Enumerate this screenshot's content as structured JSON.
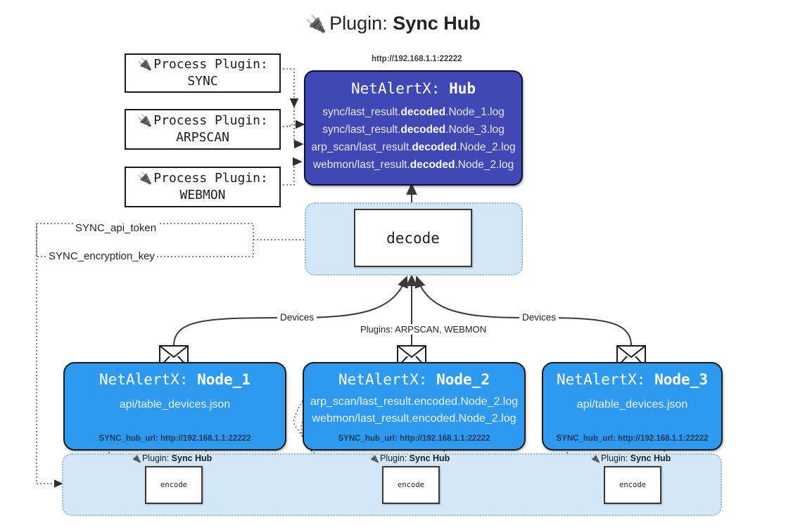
{
  "page": {
    "title_icon": "plug-icon",
    "title_prefix": "Plugin:",
    "title_name": "Sync Hub"
  },
  "process_plugins": [
    {
      "line1": "Process Plugin:",
      "line2": "SYNC",
      "icon": "plug-icon"
    },
    {
      "line1": "Process Plugin:",
      "line2": "ARPSCAN",
      "icon": "plug-icon"
    },
    {
      "line1": "Process Plugin:",
      "line2": "WEBMON",
      "icon": "plug-icon"
    }
  ],
  "hub": {
    "url_label": "http://192.168.1.1:22222",
    "title_prefix": "NetAlertX:",
    "title_name": "Hub",
    "rows": [
      {
        "pre": "sync/last_result.",
        "em": "decoded",
        "post": ".Node_1.log"
      },
      {
        "pre": "sync/last_result.",
        "em": "decoded",
        "post": ".Node_3.log"
      },
      {
        "pre": "arp_scan/last_result.",
        "em": "decoded",
        "post": ".Node_2.log"
      },
      {
        "pre": "webmon/last_result.",
        "em": "decoded",
        "post": ".Node_2.log"
      }
    ]
  },
  "decode": {
    "label": "decode"
  },
  "keys": {
    "api_token": "SYNC_api_token",
    "encryption_key": "SYNC_encryption_key"
  },
  "edge_labels": {
    "devices_left": "Devices",
    "devices_right": "Devices",
    "plugins_center": "Plugins: ARPSCAN, WEBMON"
  },
  "nodes": [
    {
      "title_prefix": "NetAlertX:",
      "title_name": "Node_1",
      "rows": [
        "api/table_devices.json"
      ],
      "footer": "SYNC_hub_url: http://192.168.1.1:22222",
      "envelope": "envelope-icon"
    },
    {
      "title_prefix": "NetAlertX:",
      "title_name": "Node_2",
      "rows": [
        "arp_scan/last_result.encoded.Node_2.log",
        "webmon/last_result.encoded.Node_2.log"
      ],
      "footer": "SYNC_hub_url: http://192.168.1.1:22222",
      "envelope": "envelope-icon"
    },
    {
      "title_prefix": "NetAlertX:",
      "title_name": "Node_3",
      "rows": [
        "api/table_devices.json"
      ],
      "footer": "SYNC_hub_url: http://192.168.1.1:22222",
      "envelope": "envelope-icon"
    }
  ],
  "encoders": [
    {
      "caption_prefix": "Plugin:",
      "caption_name": "Sync Hub",
      "box_label": "encode",
      "icon": "plug-icon"
    },
    {
      "caption_prefix": "Plugin:",
      "caption_name": "Sync Hub",
      "box_label": "encode",
      "icon": "plug-icon"
    },
    {
      "caption_prefix": "Plugin:",
      "caption_name": "Sync Hub",
      "box_label": "encode",
      "icon": "plug-icon"
    }
  ],
  "colors": {
    "hub": "#4048b5",
    "node": "#2d9af0",
    "pool": "#d2e7f8",
    "line": "#3a3a3a"
  }
}
